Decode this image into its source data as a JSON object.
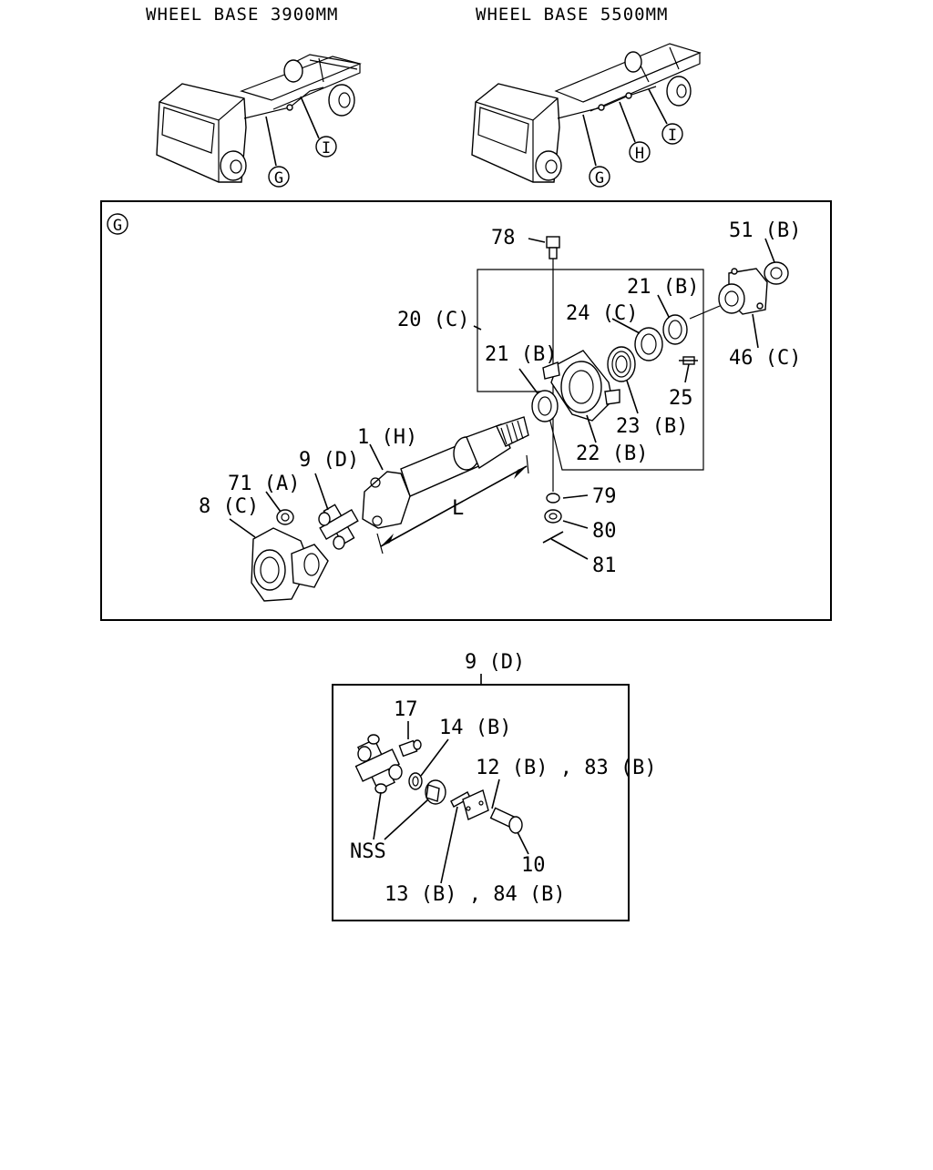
{
  "headers": {
    "left": "WHEEL BASE 3900MM",
    "right": "WHEEL BASE 5500MM"
  },
  "trucks": {
    "left": {
      "callouts": [
        "G",
        "I"
      ]
    },
    "right": {
      "callouts": [
        "G",
        "H",
        "I"
      ]
    }
  },
  "main_panel": {
    "section_letter": "G",
    "labels": {
      "p78": "78",
      "p51b": "51 (B)",
      "p21b_top": "21 (B)",
      "p24c": "24 (C)",
      "p20c": "20 (C)",
      "p46c": "46 (C)",
      "p21b_mid": "21 (B)",
      "p25": "25",
      "p23b": "23 (B)",
      "p22b": "22 (B)",
      "p1h": "1 (H)",
      "p9d": "9 (D)",
      "p71a": "71 (A)",
      "p8c": "8 (C)",
      "p79": "79",
      "p80": "80",
      "p81": "81",
      "length": "L"
    }
  },
  "detail_panel": {
    "title": "9 (D)",
    "labels": {
      "p17": "17",
      "p14b": "14 (B)",
      "p12b83b": "12 (B) , 83 (B)",
      "nss": "NSS",
      "p10": "10",
      "p13b84b": "13 (B) , 84 (B)"
    }
  }
}
